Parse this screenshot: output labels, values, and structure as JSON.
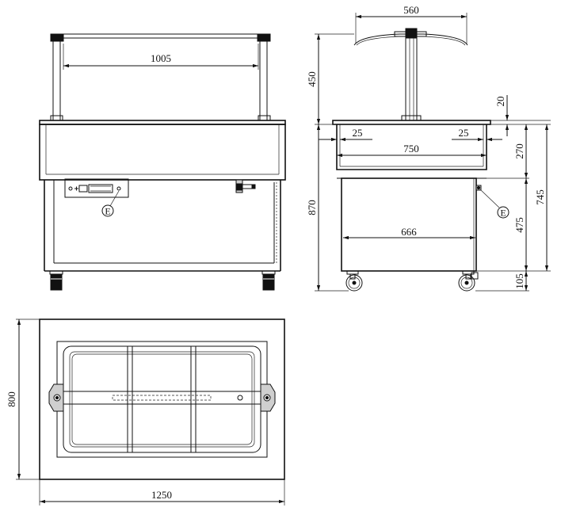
{
  "dimensions": {
    "front_width": "1005",
    "top_width": "1250",
    "top_depth": "800",
    "side_glass_width": "560",
    "side_glass_height": "450",
    "side_top_thickness": "20",
    "side_inset_left": "25",
    "side_inset_right": "25",
    "side_well_width": "750",
    "side_base_width": "666",
    "side_total_height": "870",
    "side_well_height": "270",
    "side_body_height": "745",
    "side_cabinet_height": "475",
    "side_wheel_height": "105"
  },
  "labels": {
    "front_electrical": "E",
    "side_electrical": "E"
  },
  "colors": {
    "line": "#111111",
    "background": "#ffffff"
  }
}
